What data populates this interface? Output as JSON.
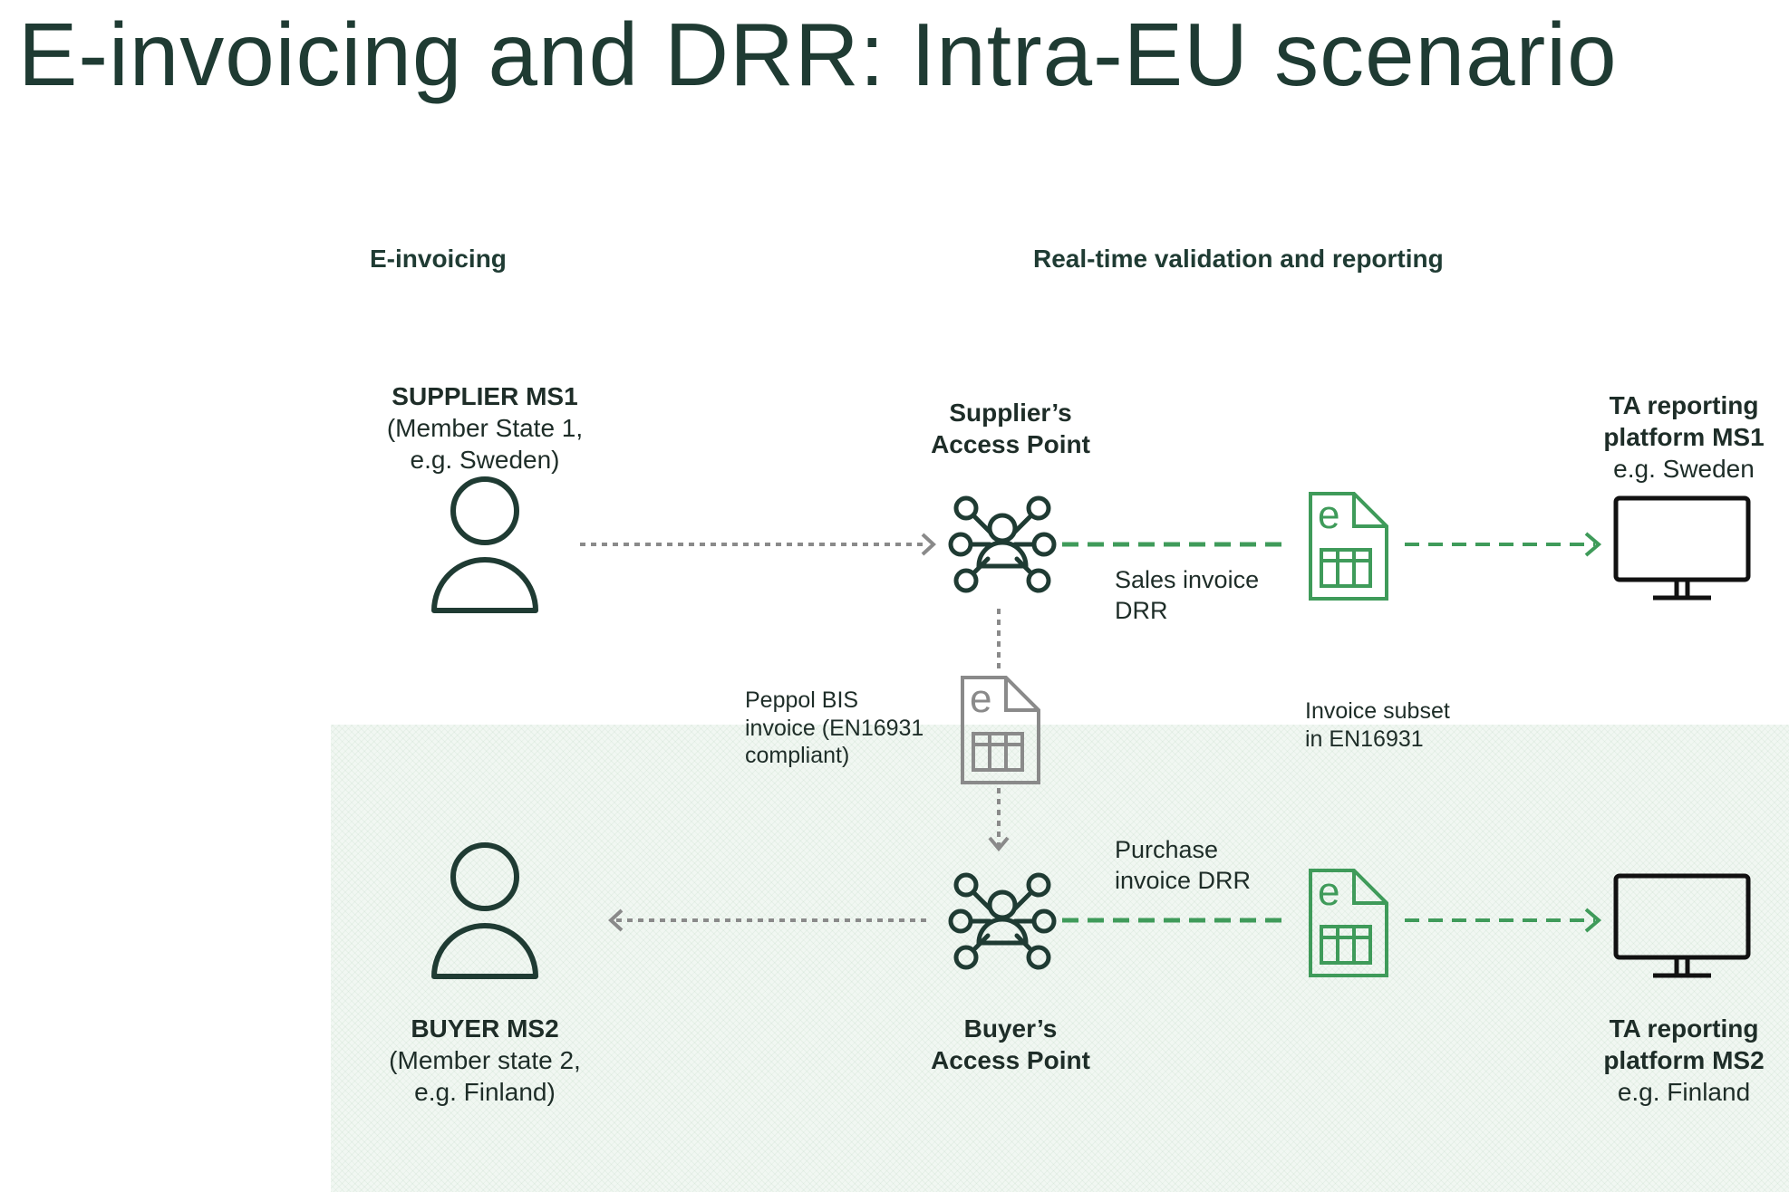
{
  "title": "E-invoicing and DRR: Intra-EU scenario",
  "sections": {
    "einvoicing": "E-invoicing",
    "realtime": "Real-time validation and reporting"
  },
  "nodes": {
    "supplier": {
      "title": "SUPPLIER MS1",
      "line1": "(Member State 1,",
      "line2": "e.g. Sweden)"
    },
    "buyer": {
      "title": "BUYER MS2",
      "line1": "(Member state 2,",
      "line2": "e.g. Finland)"
    },
    "supplier_ap": {
      "line1": "Supplier’s",
      "line2": "Access Point"
    },
    "buyer_ap": {
      "line1": "Buyer’s",
      "line2": "Access Point"
    },
    "ta_ms1": {
      "line1": "TA reporting",
      "line2": "platform MS1",
      "line3": "e.g. Sweden"
    },
    "ta_ms2": {
      "line1": "TA reporting",
      "line2": "platform MS2",
      "line3": "e.g. Finland"
    }
  },
  "flows": {
    "sales_drr": {
      "line1": "Sales invoice",
      "line2": "DRR"
    },
    "purchase_drr": {
      "line1": "Purchase",
      "line2": "invoice DRR"
    },
    "peppol": {
      "line1": "Peppol BIS",
      "line2": "invoice (EN16931",
      "line3": "compliant)"
    },
    "subset": {
      "line1": "Invoice subset",
      "line2": "in EN16931"
    }
  },
  "colors": {
    "dark": "#1f3b33",
    "green": "#3f9b5a",
    "gray": "#8a8a8a",
    "zone": "#f1f7f2"
  },
  "icons": {
    "person": "person-icon",
    "hub": "network-hub-icon",
    "document": "e-invoice-document-icon",
    "monitor": "monitor-icon"
  }
}
